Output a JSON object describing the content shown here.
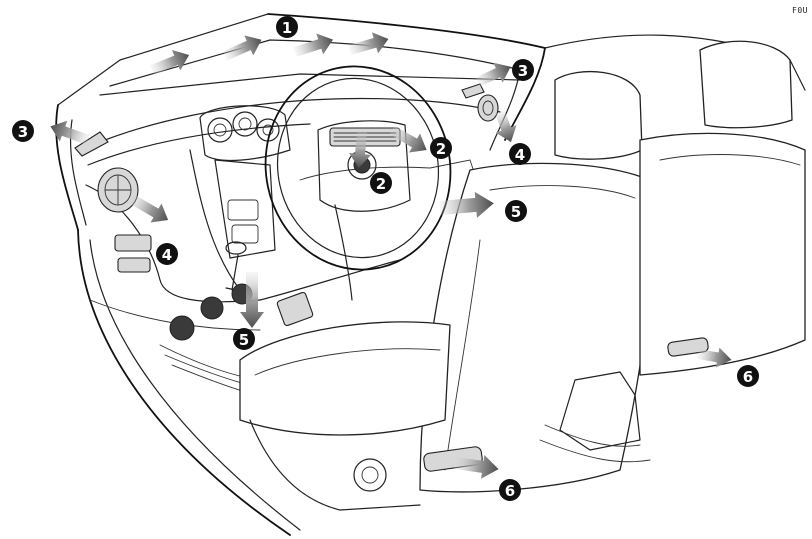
{
  "figure": {
    "reference_code": "F0U",
    "arrow_color": "#8c8c8c",
    "arrow_shadow_color": "#4a4a4a",
    "callout_color": "#111111",
    "callouts": [
      "1",
      "2",
      "2",
      "3",
      "3",
      "4",
      "4",
      "5",
      "5",
      "6",
      "6"
    ]
  }
}
